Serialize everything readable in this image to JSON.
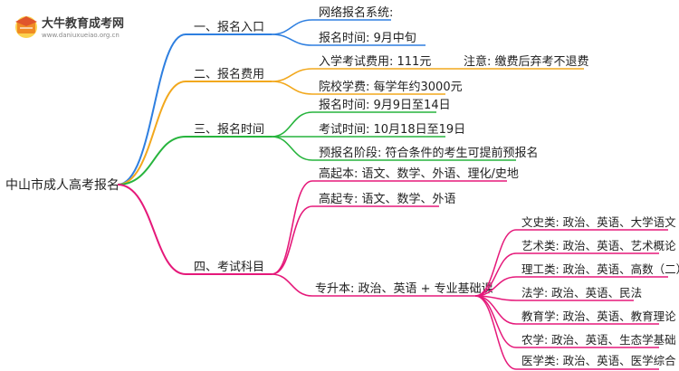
{
  "logo": {
    "title": "大牛教育成考网",
    "url": "www.daniuxueiao.org.cn"
  },
  "root": {
    "label": "中山市成人高考报名"
  },
  "colors": {
    "blue": "#2e7fe0",
    "orange": "#f2a81d",
    "green": "#27b43d",
    "magenta": "#e5197a"
  },
  "branches": [
    {
      "label": "一、报名入口",
      "children": [
        {
          "label": "网络报名系统:"
        },
        {
          "label": "报名时间: 9月中旬"
        }
      ]
    },
    {
      "label": "二、报名费用",
      "children": [
        {
          "label": "入学考试费用: 111元",
          "note": "注意: 缴费后弃考不退费"
        },
        {
          "label": "院校学费: 每学年约3000元"
        }
      ]
    },
    {
      "label": "三、报名时间",
      "children": [
        {
          "label": "报名时间: 9月9日至14日"
        },
        {
          "label": "考试时间: 10月18日至19日"
        },
        {
          "label": "预报名阶段: 符合条件的考生可提前预报名"
        }
      ]
    },
    {
      "label": "四、考试科目",
      "children": [
        {
          "label": "高起本: 语文、数学、外语、理化/史地"
        },
        {
          "label": "高起专: 语文、数学、外语"
        },
        {
          "label": "专升本: 政治、英语 + 专业基础课",
          "children": [
            {
              "label": "文史类: 政治、英语、大学语文"
            },
            {
              "label": "艺术类: 政治、英语、艺术概论"
            },
            {
              "label": "理工类: 政治、英语、高数（二）"
            },
            {
              "label": "法学: 政治、英语、民法"
            },
            {
              "label": "教育学: 政治、英语、教育理论"
            },
            {
              "label": "农学: 政治、英语、生态学基础"
            },
            {
              "label": "医学类: 政治、英语、医学综合"
            }
          ]
        }
      ]
    }
  ]
}
